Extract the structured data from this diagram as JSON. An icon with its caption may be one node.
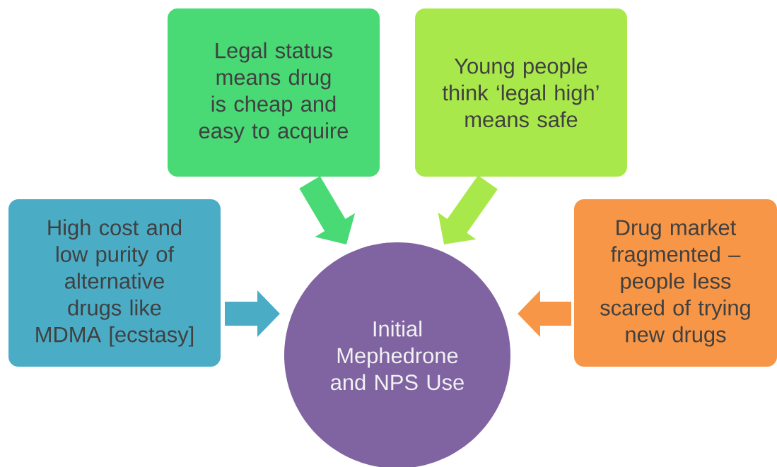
{
  "diagram": {
    "nodes": [
      {
        "text": [
          "Legal status means drug is cheap and easy to acquire"
        ]
      },
      {
        "text": [
          "Young people think ‘legal high’ means safe"
        ]
      },
      {
        "text": [
          "High cost and low purity of alternative drugs like MDMA [ecstasy]"
        ]
      },
      {
        "text": [
          "Drug market fragmented – people less scared of trying new drugs"
        ]
      },
      {
        "text": [
          "Initial Mephedrone and NPS Use"
        ]
      }
    ],
    "edges": [
      {
        "from": 0,
        "to": 4,
        "arrow": "to",
        "color": "#49d975"
      },
      {
        "from": 1,
        "to": 4,
        "arrow": "to",
        "color": "#a9e84a"
      },
      {
        "from": 2,
        "to": 4,
        "arrow": "to",
        "color": "#4bacc6"
      },
      {
        "from": 3,
        "to": 4,
        "arrow": "to",
        "color": "#f79646"
      }
    ]
  }
}
